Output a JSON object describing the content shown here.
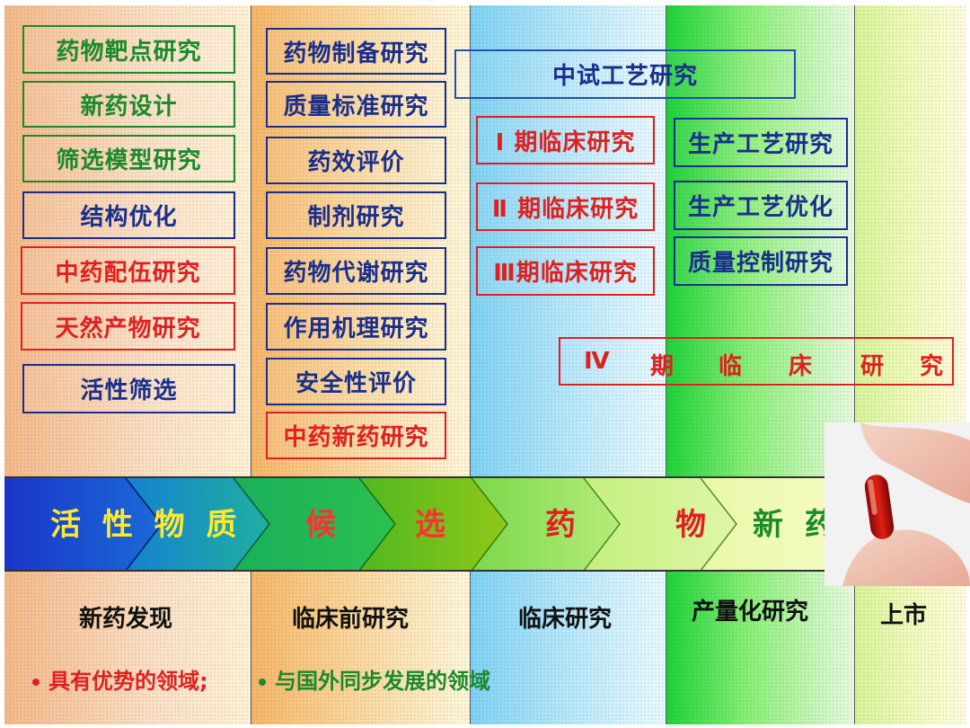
{
  "discovery_boxes": [
    {
      "label": "药物靶点研究",
      "color": "green"
    },
    {
      "label": "新药设计",
      "color": "green"
    },
    {
      "label": "筛选模型研究",
      "color": "green"
    },
    {
      "label": "结构优化",
      "color": "blue"
    },
    {
      "label": "中药配伍研究",
      "color": "red"
    },
    {
      "label": "天然产物研究",
      "color": "red"
    },
    {
      "label": "活性筛选",
      "color": "blue"
    }
  ],
  "preclinical_boxes": [
    {
      "label": "药物制备研究",
      "color": "blue"
    },
    {
      "label": "质量标准研究",
      "color": "blue"
    },
    {
      "label": "药效评价",
      "color": "blue"
    },
    {
      "label": "制剂研究",
      "color": "blue"
    },
    {
      "label": "药物代谢研究",
      "color": "blue"
    },
    {
      "label": "作用机理研究",
      "color": "blue"
    },
    {
      "label": "安全性评价",
      "color": "blue"
    },
    {
      "label": "中药新药研究",
      "color": "red"
    }
  ],
  "pilot_process": "中试工艺研究",
  "clinical_boxes": [
    {
      "label": "Ⅰ 期临床研究"
    },
    {
      "label": "Ⅱ 期临床研究"
    },
    {
      "label": "Ⅲ期临床研究"
    }
  ],
  "industrial_boxes": [
    {
      "label": "生产工艺研究"
    },
    {
      "label": "生产工艺优化"
    },
    {
      "label": "质量控制研究"
    }
  ],
  "phase4_chars": [
    "Ⅳ",
    "期",
    "临",
    "床",
    "研",
    "究"
  ],
  "band": {
    "active_substance": "活 性 物 质",
    "candidate_1": "候",
    "candidate_2": "选",
    "drug_1": "药",
    "drug_2": "物",
    "new_drug": "新 药"
  },
  "stages": {
    "discovery": "新药发现",
    "preclinical": "临床前研究",
    "clinical": "临床研究",
    "industrialization": "产量化研究",
    "market": "上市"
  },
  "bullets": {
    "advantage": "具有优势的领域;",
    "sync": "与国外同步发展的领域"
  },
  "colors": {
    "green": "#1a8a2a",
    "blue": "#1a2f8c",
    "red": "#e02020",
    "yellow": "#ffe830"
  }
}
